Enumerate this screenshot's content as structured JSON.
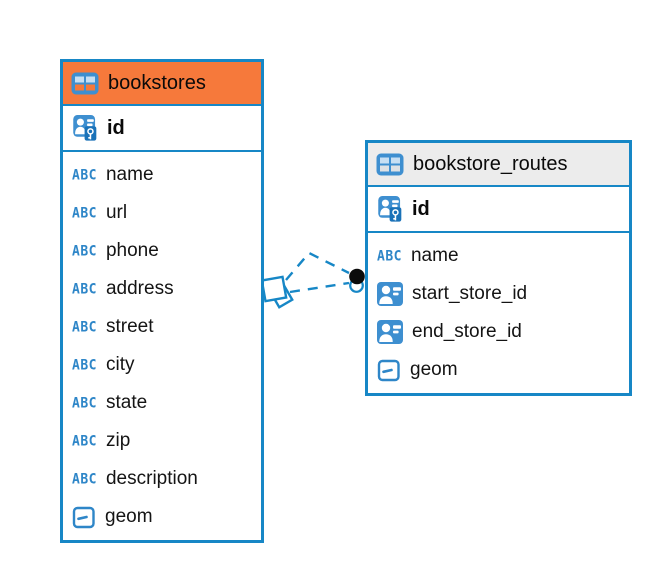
{
  "diagram": {
    "canvas_background": "#ffffff",
    "accent_color": "#1787C6",
    "icon_blue": "#3E8FD0",
    "tables": [
      {
        "name": "bookstores",
        "header_color": "#F6793B",
        "table_icon": "table-icon",
        "primary_key": {
          "name": "id",
          "icon": "primary-key-icon"
        },
        "columns": [
          {
            "name": "name",
            "icon": "text-icon"
          },
          {
            "name": "url",
            "icon": "text-icon"
          },
          {
            "name": "phone",
            "icon": "text-icon"
          },
          {
            "name": "address",
            "icon": "text-icon"
          },
          {
            "name": "street",
            "icon": "text-icon"
          },
          {
            "name": "city",
            "icon": "text-icon"
          },
          {
            "name": "state",
            "icon": "text-icon"
          },
          {
            "name": "zip",
            "icon": "text-icon"
          },
          {
            "name": "description",
            "icon": "text-icon"
          },
          {
            "name": "geom",
            "icon": "geometry-icon"
          }
        ]
      },
      {
        "name": "bookstore_routes",
        "header_color": "#ECECEC",
        "table_icon": "table-icon",
        "primary_key": {
          "name": "id",
          "icon": "primary-key-icon"
        },
        "columns": [
          {
            "name": "name",
            "icon": "text-icon"
          },
          {
            "name": "start_store_id",
            "icon": "foreign-key-icon"
          },
          {
            "name": "end_store_id",
            "icon": "foreign-key-icon"
          },
          {
            "name": "geom",
            "icon": "geometry-icon"
          }
        ]
      }
    ],
    "relationships": {
      "count": 2,
      "line_style": "dashed",
      "line_color": "#1787C6",
      "source_marker": "diamond-marker",
      "target_marker": "dot-marker"
    },
    "icons": {
      "text_icon_glyph": "ABC"
    }
  }
}
